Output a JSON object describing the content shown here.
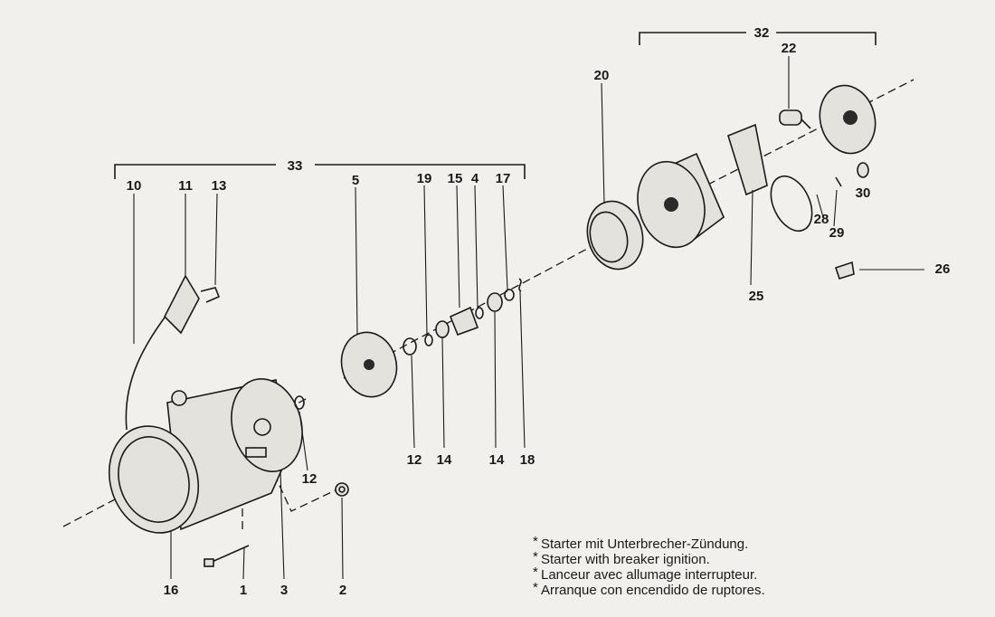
{
  "callouts": {
    "c10": "10",
    "c11": "11",
    "c13": "13",
    "c33": "33",
    "c5": "5",
    "c19": "19",
    "c15": "15",
    "c4": "4",
    "c17": "17",
    "c20": "20",
    "c32": "32",
    "c22": "22",
    "c30": "30",
    "c28": "28",
    "c29": "29",
    "c26": "26",
    "c25": "25",
    "c12a": "12",
    "c12b": "12",
    "c14a": "14",
    "c14b": "14",
    "c18": "18",
    "c16": "16",
    "c1": "1",
    "c3": "3",
    "c2": "2"
  },
  "legend": [
    "Starter mit Unterbrecher-Zündung.",
    "Starter with breaker ignition.",
    "Lanceur avec allumage interrupteur.",
    "Arranque con encendido de ruptores."
  ],
  "legend_marker": "*"
}
